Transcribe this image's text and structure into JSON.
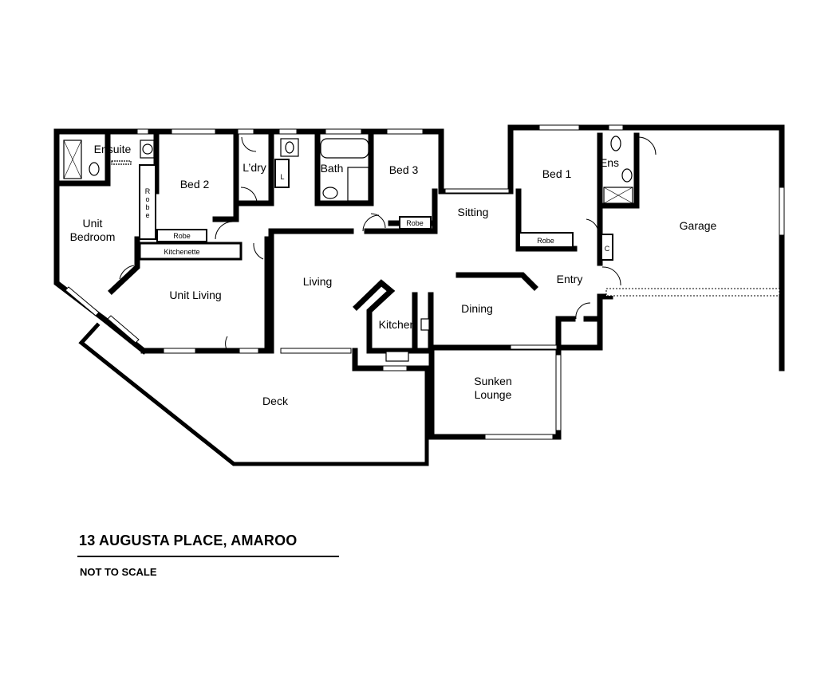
{
  "rooms": {
    "ensuite": "Ensuite",
    "bed2": "Bed 2",
    "ldry": "L’dry",
    "bath": "Bath",
    "bed3": "Bed 3",
    "bed1": "Bed 1",
    "ens": "Ens",
    "garage": "Garage",
    "unit_bedroom_line1": "Unit",
    "unit_bedroom_line2": "Bedroom",
    "sitting": "Sitting",
    "living": "Living",
    "entry": "Entry",
    "unit_living": "Unit Living",
    "dining": "Dining",
    "kitchen": "Kitchen",
    "sunken_lounge_line1": "Sunken",
    "sunken_lounge_line2": "Lounge",
    "deck": "Deck"
  },
  "fixtures": {
    "robe_unit_letters": [
      "R",
      "o",
      "b",
      "e"
    ],
    "robe_bed2": "Robe",
    "kitchenette": "Kitchenette",
    "robe_bed3": "Robe",
    "robe_bed1": "Robe",
    "linen_ldry": "L",
    "cupboard_entry": "C"
  },
  "title": "13 AUGUSTA PLACE, AMAROO",
  "subtitle": "NOT TO SCALE"
}
